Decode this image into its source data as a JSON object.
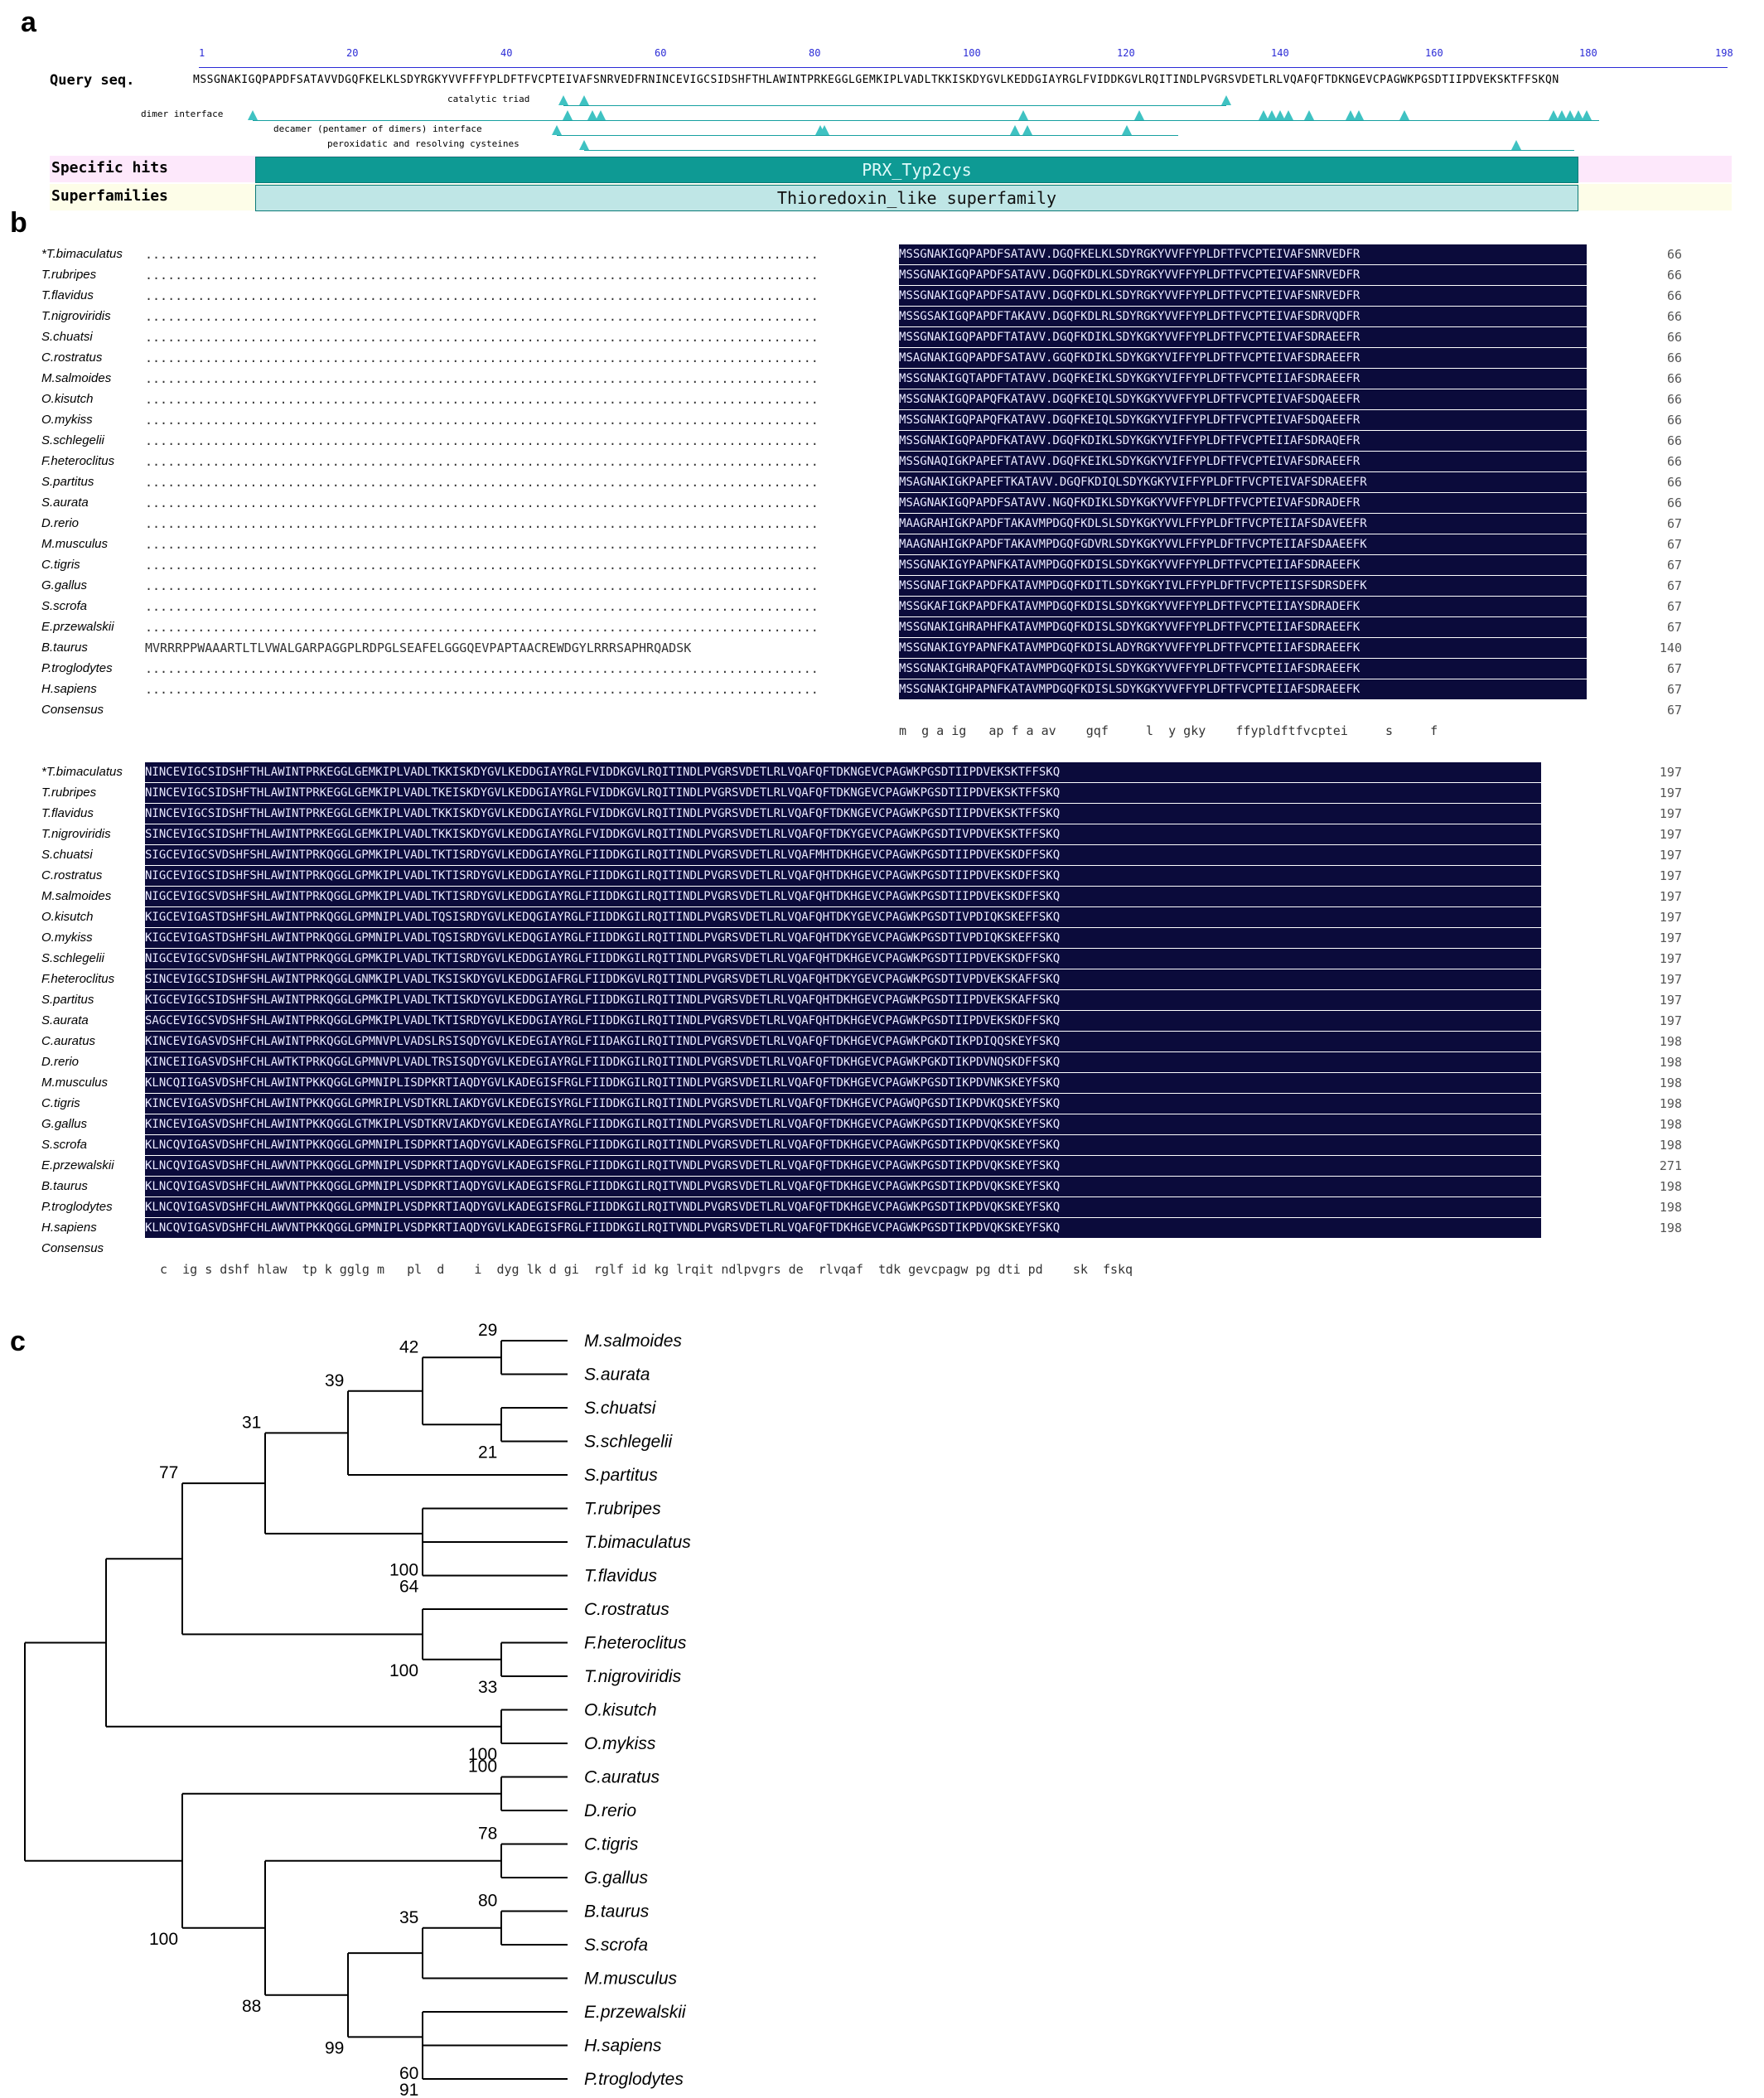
{
  "panel_labels": {
    "a": "a",
    "b": "b",
    "c": "c"
  },
  "panel_a": {
    "query_label": "Query seq.",
    "ruler_ticks": [
      "1",
      "20",
      "40",
      "60",
      "80",
      "100",
      "120",
      "140",
      "160",
      "180",
      "198"
    ],
    "query_sequence": "MSSGNAKIGQPAPDFSATAVVDGQFKELKLSDYRGKYVVFFFYPLDFTFVCPTEIVAFSNRVEDFRNINCEVIGCSIDSHFTHLAWINTPRKEGGLGEMKIPLVADLTKKISKDYGVLKEDDGIAYRGLFVIDDKGVLRQITINDLPVGRSVDETLRLVQAFQFTDKNGEVCPAGWKPGSDTIIPDVEKSKTFFSKQN",
    "features": [
      {
        "label": "catalytic triad"
      },
      {
        "label": "dimer interface"
      },
      {
        "label": "decamer (pentamer of dimers) interface"
      },
      {
        "label": "peroxidatic and resolving cysteines"
      }
    ],
    "specific_hits_label": "Specific hits",
    "specific_hit": "PRX_Typ2cys",
    "superfamilies_label": "Superfamilies",
    "superfamily": "Thioredoxin_like superfamily",
    "colors": {
      "ruler": "#2b2bd6",
      "hit_bar": "#0e9a94",
      "superfamily_bar": "#bfe6e6",
      "hits_bg": "#fde8fb",
      "super_bg": "#fdfde8",
      "marker": "#3fc2c2"
    }
  },
  "panel_b": {
    "block1": {
      "rows": [
        {
          "name": "*T.bimaculatus",
          "seq": "MSSGNAKIGQPAPDFSATAVV.DGQFKELKLSDYRGKYVVFFYPLDFTFVCPTEIVAFSNRVEDFR",
          "count": "66"
        },
        {
          "name": "T.rubripes",
          "seq": "MSSGNAKIGQPAPDFSATAVV.DGQFKDLKLSDYRGKYVVFFYPLDFTFVCPTEIVAFSNRVEDFR",
          "count": "66"
        },
        {
          "name": "T.flavidus",
          "seq": "MSSGNAKIGQPAPDFSATAVV.DGQFKDLKLSDYRGKYVVFFYPLDFTFVCPTEIVAFSNRVEDFR",
          "count": "66"
        },
        {
          "name": "T.nigroviridis",
          "seq": "MSSGSAKIGQPAPDFTAKAVV.DGQFKDLRLSDYRGKYVVFFYPLDFTFVCPTEIVAFSDRVQDFR",
          "count": "66"
        },
        {
          "name": "S.chuatsi",
          "seq": "MSSGNAKIGQPAPDFTATAVV.DGQFKDIKLSDYKGKYVVFFYPLDFTFVCPTEIVAFSDRAEEFR",
          "count": "66"
        },
        {
          "name": "C.rostratus",
          "seq": "MSAGNAKIGQPAPDFSATAVV.GGQFKDIKLSDYKGKYVIFFYPLDFTFVCPTEIVAFSDRAEEFR",
          "count": "66"
        },
        {
          "name": "M.salmoides",
          "seq": "MSSGNAKIGQTAPDFTATAVV.DGQFKEIKLSDYKGKYVIFFYPLDFTFVCPTEIIAFSDRAEEFR",
          "count": "66"
        },
        {
          "name": "O.kisutch",
          "seq": "MSSGNAKIGQPAPQFKATAVV.DGQFKEIQLSDYKGKYVVFFYPLDFTFVCPTEIVAFSDQAEEFR",
          "count": "66"
        },
        {
          "name": "O.mykiss",
          "seq": "MSSGNAKIGQPAPQFKATAVV.DGQFKEIQLSDYKGKYVIFFYPLDFTFVCPTEIVAFSDQAEEFR",
          "count": "66"
        },
        {
          "name": "S.schlegelii",
          "seq": "MSSGNAKIGQPAPDFKATAVV.DGQFKDIKLSDYKGKYVIFFYPLDFTFVCPTEIIAFSDRAQEFR",
          "count": "66"
        },
        {
          "name": "F.heteroclitus",
          "seq": "MSSGNAQIGKPAPEFTATAVV.DGQFKEIKLSDYKGKYVIFFYPLDFTFVCPTEIVAFSDRAEEFR",
          "count": "66"
        },
        {
          "name": "S.partitus",
          "seq": "MSAGNAKIGKPAPEFTKATAVV.DGQFKDIQLSDYKGKYVIFFYPLDFTFVCPTEIVAFSDRAEEFR",
          "count": "66"
        },
        {
          "name": "S.aurata",
          "seq": "MSAGNAKIGQPAPDFSATAVV.NGQFKDIKLSDYKGKYVVFFYPLDFTFVCPTEIVAFSDRADEFR",
          "count": "66"
        },
        {
          "name": "D.rerio",
          "seq": "MAAGRAHIGKPAPDFTAKAVMPDGQFKDLSLSDYKGKYVVLFFYPLDFTFVCPTEIIAFSDAVEEFR",
          "count": "67"
        },
        {
          "name": "M.musculus",
          "seq": "MAAGNAHIGKPAPDFTAKAVMPDGQFGDVRLSDYKGKYVVLFFYPLDFTFVCPTEIIAFSDAAEEFK",
          "count": "67"
        },
        {
          "name": "C.tigris",
          "seq": "MSSGNAKIGYPAPNFKATAVMPDGQFKDISLSDYKGKYVVFFYPLDFTFVCPTEIIAFSDRAEEFK",
          "count": "67"
        },
        {
          "name": "G.gallus",
          "seq": "MSSGNAFIGKPAPDFKATAVMPDGQFKDITLSDYKGKYIVLFFYPLDFTFVCPTEIISFSDRSDEFK",
          "count": "67"
        },
        {
          "name": "S.scrofa",
          "seq": "MSSGKAFIGKPAPDFKATAVMPDGQFKDISLSDYKGKYVVFFYPLDFTFVCPTEIIAYSDRADEFK",
          "count": "67"
        },
        {
          "name": "E.przewalskii",
          "seq": "MSSGNAKIGHRAPHFKATAVMPDGQFKDISLSDYKGKYVVFFYPLDFTFVCPTEIIAFSDRAEEFK",
          "count": "67"
        },
        {
          "name": "B.taurus",
          "prefix": "MVRRRPPWAAARTLTLVWALGARPAGGPLRDPGLSEAFELGGGQEVPAPTAACREWDGYLRRRSAPHRQADSK",
          "seq": "MSSGNAKIGYPAPNFKATAVMPDGQFKDISLADYRGKYVVFFYPLDFTFVCPTEIIAFSDRAEEFK",
          "count": "140"
        },
        {
          "name": "P.troglodytes",
          "seq": "MSSGNAKIGHRAPQFKATAVMPDGQFKDISLSDYKGKYVVFFYPLDFTFVCPTEIIAFSDRAEEFK",
          "count": "67"
        },
        {
          "name": "H.sapiens",
          "seq": "MSSGNAKIGHPAPNFKATAVMPDGQFKDISLSDYKGKYVVFFYPLDFTFVCPTEIIAFSDRAEEFK",
          "count": "67"
        }
      ],
      "consensus_label": "Consensus",
      "consensus_count": "67",
      "consensus_seq": "m  g a ig   ap f a av    gqf     l  y gky    ffypldftfvcptei     s     f"
    },
    "block2": {
      "rows": [
        {
          "name": "*T.bimaculatus",
          "seq": "NINCEVIGCSIDSHFTHLAWINTPRKEGGLGEMKIPLVADLTKKISKDYGVLKEDDGIAYRGLFVIDDKGVLRQITINDLPVGRSVDETLRLVQAFQFTDKNGEVCPAGWKPGSDTIIPDVEKSKTFFSKQ",
          "count": "197"
        },
        {
          "name": "T.rubripes",
          "seq": "NINCEVIGCSIDSHFTHLAWINTPRKEGGLGEMKIPLVADLTKEISKDYGVLKEDDGIAYRGLFVIDDKGVLRQITINDLPVGRSVDETLRLVQAFQFTDKNGEVCPAGWKPGSDTIIPDVEKSKTFFSKQ",
          "count": "197"
        },
        {
          "name": "T.flavidus",
          "seq": "NINCEVIGCSIDSHFTHLAWINTPRKEGGLGEMKIPLVADLTKKISKDYGVLKEDDGIAYRGLFVIDDKGVLRQITINDLPVGRSVDETLRLVQAFQFTDKNGEVCPAGWKPGSDTIIPDVEKSKTFFSKQ",
          "count": "197"
        },
        {
          "name": "T.nigroviridis",
          "seq": "SINCEVIGCSIDSHFTHLAWINTPRKEGGLGEMKIPLVADLTKKISKDYGVLKEDDGIAYRGLFVIDDKGVLRQITINDLPVGRSVDETLRLVQAFQFTDKYGEVCPAGWKPGSDTIVPDVEKSKTFFSKQ",
          "count": "197"
        },
        {
          "name": "S.chuatsi",
          "seq": "SIGCEVIGCSVDSHFSHLAWINTPRKQGGLGPMKIPLVADLTKTISRDYGVLKEDDGIAYRGLFIIDDKGILRQITINDLPVGRSVDETLRLVQAFMHTDKHGEVCPAGWKPGSDTIIPDVEKSKDFFSKQ",
          "count": "197"
        },
        {
          "name": "C.rostratus",
          "seq": "NIGCEVIGCSIDSHFSHLAWINTPRKQGGLGPMKIPLVADLTKTISRDYGVLKEDDGIAYRGLFIIDDKGILRQITINDLPVGRSVDETLRLVQAFQHTDKHGEVCPAGWKPGSDTIIPDVEKSKDFFSKQ",
          "count": "197"
        },
        {
          "name": "M.salmoides",
          "seq": "NIGCEVIGCSVDSHFSHLAWINTPRKQGGLGPMKIPLVADLTKTISRDYGVLKEDDGIAYRGLFIIDDKGILRQITINDLPVGRSVDETLRLVQAFQHTDKHGEVCPAGWKPGSDTIIPDVEKSKDFFSKQ",
          "count": "197"
        },
        {
          "name": "O.kisutch",
          "seq": "KIGCEVIGASTDSHFSHLAWINTPRKQGGLGPMNIPLVADLTQSISRDYGVLKEDQGIAYRGLFIIDDKGILRQITINDLPVGRSVDETLRLVQAFQHTDKYGEVCPAGWKPGSDTIVPDIQKSKEFFSKQ",
          "count": "197"
        },
        {
          "name": "O.mykiss",
          "seq": "KIGCEVIGASTDSHFSHLAWINTPRKQGGLGPMNIPLVADLTQSISRDYGVLKEDQGIAYRGLFIIDDKGILRQITINDLPVGRSVDETLRLVQAFQHTDKYGEVCPAGWKPGSDTIVPDIQKSKEFFSKQ",
          "count": "197"
        },
        {
          "name": "S.schlegelii",
          "seq": "NIGCEVIGCSVDSHFSHLAWINTPRKQGGLGPMKIPLVADLTKTISRDYGVLKEDDGIAYRGLFIIDDKGILRQITINDLPVGRSVDETLRLVQAFQHTDKHGEVCPAGWKPGSDTIIPDVEKSKDFFSKQ",
          "count": "197"
        },
        {
          "name": "F.heteroclitus",
          "seq": "SINCEVIGCSIDSHFSHLAWINTPRKQGGLGNMKIPLVADLTKSISKDYGVLKEDDGIAFRGLFIIDDKGVLRQITINDLPVGRSVDETLRLVQAFQHTDKYGEVCPAGWKPGSDTIVPDVEKSKAFFSKQ",
          "count": "197"
        },
        {
          "name": "S.partitus",
          "seq": "KIGCEVIGCSIDSHFSHLAWINTPRKQGGLGPMKIPLVADLTKTISKDYGVLKEDDGIAYRGLFIIDDKGILRQITINDLPVGRSVDETLRLVQAFQHTDKHGEVCPAGWKPGSDTIIPDVEKSKAFFSKQ",
          "count": "197"
        },
        {
          "name": "S.aurata",
          "seq": "SAGCEVIGCSVDSHFSHLAWINTPRKQGGLGPMKIPLVADLTKTISRDYGVLKEDDGIAYRGLFIIDDKGILRQITINDLPVGRSVDETLRLVQAFQHTDKHGEVCPAGWKPGSDTIIPDVEKSKDFFSKQ",
          "count": "197"
        },
        {
          "name": "C.auratus",
          "seq": "KINCEVIGASVDSHFCHLAWINTPRKQGGLGPMNVPLVADSLRSISQDYGVLKEDEGIAYRGLFIIDAKGILRQITINDLPVGRSVDETLRLVQAFQFTDKHGEVCPAGWKPGKDTIKPDIQQSKEYFSKQ",
          "count": "198"
        },
        {
          "name": "D.rerio",
          "seq": "KINCEIIGASVDSHFCHLAWTKTPRKQGGLGPMNVPLVADLTRSISQDYGVLKEDEGIAYRGLFIIDDKGILRQITINDLPVGRSVDETLRLVQAFQFTDKHGEVCPAGWKPGKDTIKPDVNQSKDFFSKQ",
          "count": "198"
        },
        {
          "name": "M.musculus",
          "seq": "KLNCQIIGASVDSHFCHLAWINTPKKQGGLGPMNIPLISDPKRTIAQDYGVLKADEGISFRGLFIIDDKGILRQITINDLPVGRSVDEILRLVQAFQFTDKHGEVCPAGWKPGSDTIKPDVNKSKEYFSKQ",
          "count": "198"
        },
        {
          "name": "C.tigris",
          "seq": "KINCEVIGASVDSHFCHLAWINTPKKQGGLGPMRIPLVSDTKRLIAKDYGVLKEDEGISYRGLFIIDDKGILRQITINDLPVGRSVDETLRLVQAFQFTDKHGEVCPAGWQPGSDTIKPDVKQSKEYFSKQ",
          "count": "198"
        },
        {
          "name": "G.gallus",
          "seq": "KINCEVIGASVDSHFCHLAWINTPKKQGGLGTMKIPLVSDTKRVIAKDYGVLKEDEGIAYRGLFIIDDKGILRQITINDLPVGRSVDETLRLVQAFQFTDKHGEVCPAGWKPGSDTIKPDVQKSKEYFSKQ",
          "count": "198"
        },
        {
          "name": "S.scrofa",
          "seq": "KLNCQVIGASVDSHFCHLAWINTPKKQGGLGPMNIPLISDPKRTIAQDYGVLKADEGISFRGLFIIDDKGILRQITINDLPVGRSVDETLRLVQAFQFTDKHGEVCPAGWKPGSDTIKPDVQKSKEYFSKQ",
          "count": "198"
        },
        {
          "name": "E.przewalskii",
          "seq": "KLNCQVIGASVDSHFCHLAWVNTPKKQGGLGPMNIPLVSDPKRTIAQDYGVLKADEGISFRGLFIIDDKGILRQITVNDLPVGRSVDETLRLVQAFQFTDKHGEVCPAGWKPGSDTIKPDVQKSKEYFSKQ",
          "count": "271"
        },
        {
          "name": "B.taurus",
          "seq": "KLNCQVIGASVDSHFCHLAWVNTPKKQGGLGPMNIPLVSDPKRTIAQDYGVLKADEGISFRGLFIIDDKGILRQITVNDLPVGRSVDETLRLVQAFQFTDKHGEVCPAGWKPGSDTIKPDVQKSKEYFSKQ",
          "count": "198"
        },
        {
          "name": "P.troglodytes",
          "seq": "KLNCQVIGASVDSHFCHLAWVNTPKKQGGLGPMNIPLVSDPKRTIAQDYGVLKADEGISFRGLFIIDDKGILRQITVNDLPVGRSVDETLRLVQAFQFTDKHGEVCPAGWKPGSDTIKPDVQKSKEYFSKQ",
          "count": "198"
        },
        {
          "name": "H.sapiens",
          "seq": "KLNCQVIGASVDSHFCHLAWVNTPKKQGGLGPMNIPLVSDPKRTIAQDYGVLKADEGISFRGLFIIDDKGILRQITVNDLPVGRSVDETLRLVQAFQFTDKHGEVCPAGWKPGSDTIKPDVQKSKEYFSKQ",
          "count": "198"
        }
      ],
      "consensus_label": "Consensus",
      "consensus_seq": "  c  ig s dshf hlaw  tp k gglg m   pl  d    i  dyg lk d gi  rglf id kg lrqit ndlpvgrs de  rlvqaf  tdk gevcpagw pg dti pd    sk  fskq"
    },
    "colors": {
      "identical": "#0b0b3b",
      "high": "#f07fbf",
      "medium": "#6ef0f0"
    }
  },
  "panel_c": {
    "taxa": [
      "M.salmoides",
      "S.aurata",
      "S.chuatsi",
      "S.schlegelii",
      "S.partitus",
      "T.rubripes",
      "T.bimaculatus",
      "T.flavidus",
      "C.rostratus",
      "F.heteroclitus",
      "T.nigroviridis",
      "O.kisutch",
      "O.mykiss",
      "C.auratus",
      "D.rerio",
      "C.tigris",
      "G.gallus",
      "B.taurus",
      "S.scrofa",
      "M.musculus",
      "E.przewalskii",
      "H.sapiens",
      "P.troglodytes"
    ],
    "bootstrap": [
      "29",
      "42",
      "21",
      "39",
      "31",
      "100",
      "64",
      "77",
      "100",
      "33",
      "100",
      "100",
      "78",
      "80",
      "35",
      "100",
      "88",
      "99",
      "60",
      "91"
    ]
  }
}
